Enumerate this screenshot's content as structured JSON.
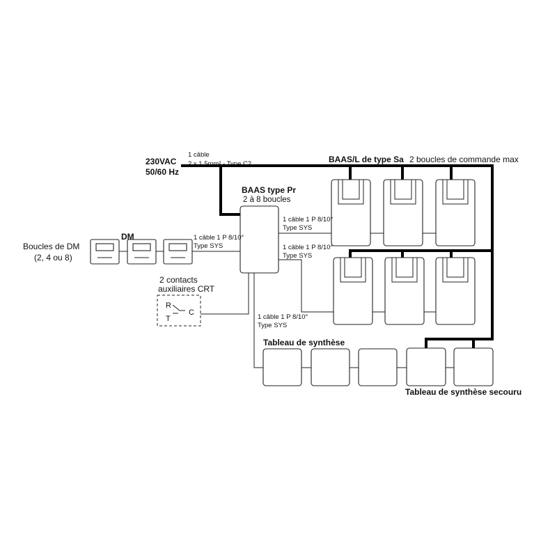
{
  "power": {
    "voltage": "230VAC",
    "frequency": "50/60 Hz",
    "cable_line1": "1 câble",
    "cable_line2": "2 x 1,5mm² - Type C2"
  },
  "baas_l": {
    "title": "BAAS/L de type Sa",
    "note": "2 boucles de commande max"
  },
  "baas_pr": {
    "title": "BAAS type Pr",
    "subtitle": "2 à 8 boucles"
  },
  "cables": {
    "line1": "1 câble 1 P 8/10°",
    "line2": "Type SYS"
  },
  "dm": {
    "title": "DM",
    "loops_line1": "Boucles de DM",
    "loops_line2": "(2, 4 ou 8)"
  },
  "aux": {
    "line1": "2 contacts",
    "line2": "auxiliaires CRT",
    "r": "R",
    "t": "T",
    "c": "C"
  },
  "synthese": {
    "title": "Tableau de synthèse",
    "backup_title": "Tableau de synthèse secouru"
  }
}
